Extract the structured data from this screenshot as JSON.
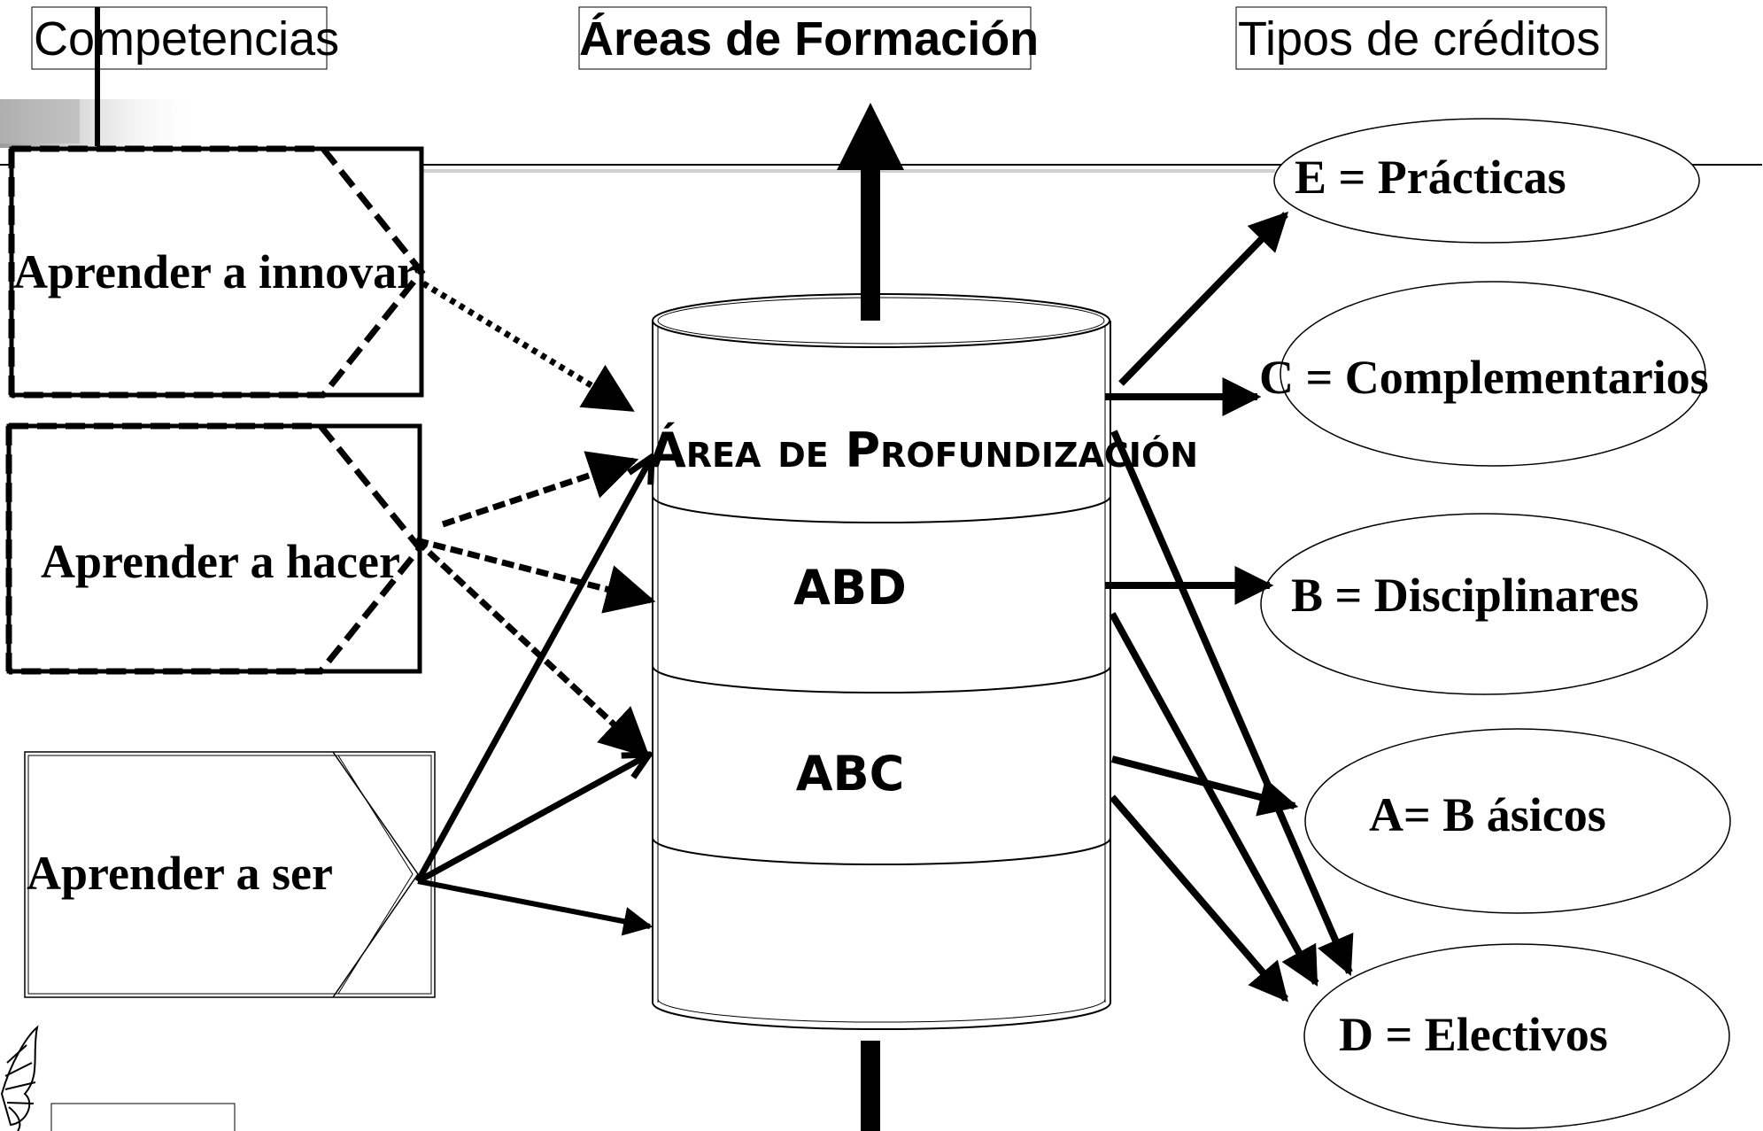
{
  "headers": {
    "competencias": "Competencias",
    "areas": "Áreas de Formación",
    "tipos": "Tipos de créditos"
  },
  "competencies": [
    {
      "label": "Aprender a innovar"
    },
    {
      "label": "Aprender a hacer"
    },
    {
      "label": "Aprender a ser"
    }
  ],
  "cylinder": {
    "layers": [
      {
        "label": "Área de Profundización"
      },
      {
        "label": "ABD"
      },
      {
        "label": "ABC"
      },
      {
        "label": ""
      }
    ]
  },
  "credit_types": [
    {
      "label": "E = Prácticas"
    },
    {
      "label": "C = Complementarios"
    },
    {
      "label": "B = Disciplinares"
    },
    {
      "label": "A= B ásicos"
    },
    {
      "label": "D = Electivos"
    }
  ],
  "colors": {
    "ink": "#000000",
    "background": "#ffffff"
  }
}
